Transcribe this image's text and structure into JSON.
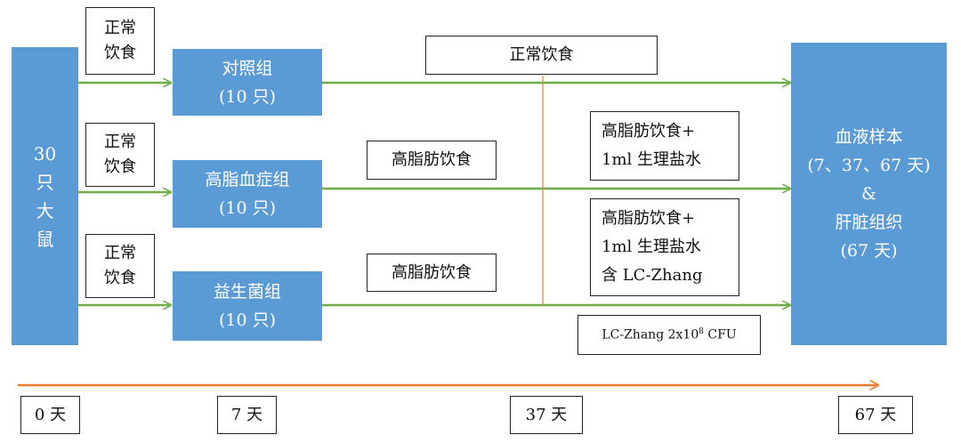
{
  "source": {
    "lines": [
      "30",
      "只",
      "大",
      "鼠"
    ]
  },
  "groups": [
    {
      "diet_label": [
        "正常",
        "饮食"
      ],
      "name": "对照组",
      "count": "(10 只)"
    },
    {
      "diet_label": [
        "正常",
        "饮食"
      ],
      "name": "高脂血症组",
      "count": "(10 只)"
    },
    {
      "diet_label": [
        "正常",
        "饮食"
      ],
      "name": "益生菌组",
      "count": "(10 只)"
    }
  ],
  "phase2": {
    "control": "正常饮食",
    "hyperlipidemia": "高脂肪饮食",
    "probiotic": "高脂肪饮食"
  },
  "phase3": {
    "hyperlipidemia": [
      "高脂肪饮食+",
      "1ml 生理盐水"
    ],
    "probiotic": [
      "高脂肪饮食+",
      "1ml 生理盐水",
      "含 LC-Zhang"
    ],
    "dose": {
      "prefix": "LC-Zhang 2x10",
      "exp": "8",
      "suffix": " CFU"
    }
  },
  "result": {
    "title": "血液样本",
    "days": "(7、37、67 天)",
    "amp": "&",
    "tissue": "肝脏组织",
    "tissue_days": "(67 天)"
  },
  "timeline": [
    "0 天",
    "7 天",
    "37 天",
    "67 天"
  ],
  "colors": {
    "blue": "#5b9bd5",
    "green": "#70ad47",
    "orange": "#ed7d31"
  }
}
